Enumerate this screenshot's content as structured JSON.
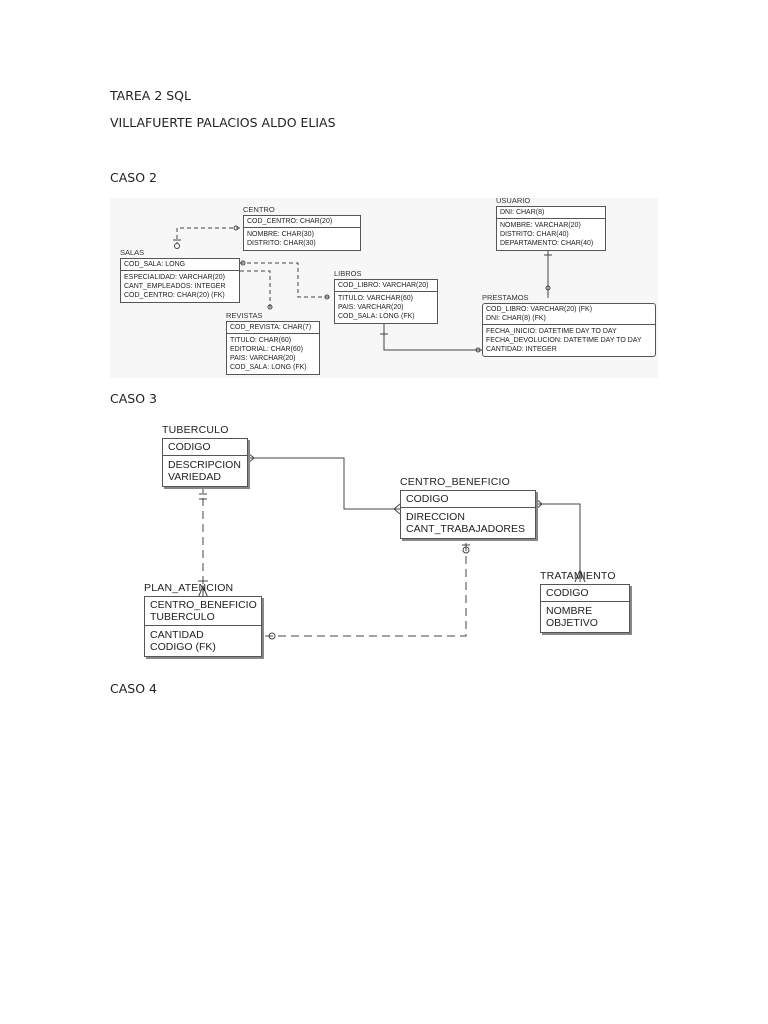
{
  "document": {
    "title": "TAREA 2 SQL",
    "author": "VILLAFUERTE PALACIOS ALDO ELIAS",
    "sections": [
      "CASO 2",
      "CASO 3",
      "CASO 4"
    ]
  },
  "caso2": {
    "centro": {
      "name": "CENTRO",
      "key": [
        "COD_CENTRO: CHAR(20)"
      ],
      "attrs": [
        "NOMBRE: CHAR(30)",
        "DISTRITO: CHAR(30)"
      ]
    },
    "usuario": {
      "name": "USUARIO",
      "key": [
        "DNI: CHAR(8)"
      ],
      "attrs": [
        "NOMBRE: VARCHAR(20)",
        "DISTRITO: CHAR(40)",
        "DEPARTAMENTO: CHAR(40)"
      ]
    },
    "salas": {
      "name": "SALAS",
      "key": [
        "COD_SALA: LONG"
      ],
      "attrs": [
        "ESPECIALIDAD: VARCHAR(20)",
        "CANT_EMPLEADOS: INTEGER",
        "COD_CENTRO: CHAR(20) (FK)"
      ]
    },
    "libros": {
      "name": "LIBROS",
      "key": [
        "COD_LIBRO: VARCHAR(20)"
      ],
      "attrs": [
        "TITULO: VARCHAR(60)",
        "PAIS: VARCHAR(20)",
        "COD_SALA: LONG (FK)"
      ]
    },
    "prestamos": {
      "name": "PRESTAMOS",
      "key": [
        "COD_LIBRO: VARCHAR(20) (FK)",
        "DNI: CHAR(8) (FK)"
      ],
      "attrs": [
        "FECHA_INICIO: DATETIME DAY TO DAY",
        "FECHA_DEVOLUCION: DATETIME DAY TO DAY",
        "CANTIDAD: INTEGER"
      ]
    },
    "revistas": {
      "name": "REVISTAS",
      "key": [
        "COD_REVISTA: CHAR(7)"
      ],
      "attrs": [
        "TITULO: CHAR(60)",
        "EDITORIAL: CHAR(60)",
        "PAIS: VARCHAR(20)",
        "COD_SALA: LONG (FK)"
      ]
    }
  },
  "caso3": {
    "tuberculo": {
      "name": "TUBERCULO",
      "key": [
        "CODIGO"
      ],
      "attrs": [
        "DESCRIPCION",
        "VARIEDAD"
      ]
    },
    "centro_beneficio": {
      "name": "CENTRO_BENEFICIO",
      "key": [
        "CODIGO"
      ],
      "attrs": [
        "DIRECCION",
        "CANT_TRABAJADORES"
      ]
    },
    "plan_atencion": {
      "name": "PLAN_ATENCION",
      "key": [
        "CENTRO_BENEFICIO",
        "TUBERCULO"
      ],
      "attrs": [
        "CANTIDAD",
        "CODIGO (FK)"
      ]
    },
    "tratamiento": {
      "name": "TRATAMIENTO",
      "key": [
        "CODIGO"
      ],
      "attrs": [
        "NOMBRE",
        "OBJETIVO"
      ]
    }
  }
}
